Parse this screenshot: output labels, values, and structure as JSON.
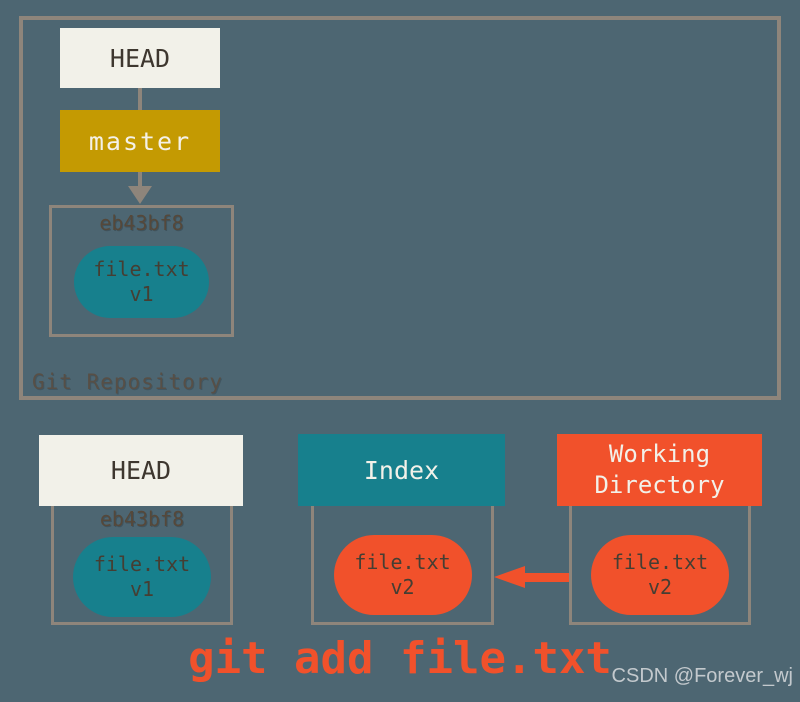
{
  "colors": {
    "background": "#4d6672",
    "border": "#8e857b",
    "cream": "#f2f1e9",
    "gold": "#c49a02",
    "teal": "#17808d",
    "orange": "#f1512b",
    "dark_text": "#453e33",
    "caption": "#f1512b"
  },
  "repository": {
    "label": "Git Repository",
    "head": "HEAD",
    "branch": "master",
    "commit": {
      "id": "eb43bf8",
      "blob": {
        "file": "file.txt",
        "version": "v1"
      }
    }
  },
  "columns": {
    "head": {
      "title": "HEAD",
      "commit_id": "eb43bf8",
      "blob": {
        "file": "file.txt",
        "version": "v1"
      }
    },
    "index": {
      "title": "Index",
      "blob": {
        "file": "file.txt",
        "version": "v2"
      }
    },
    "working_directory": {
      "title": "Working Directory",
      "blob": {
        "file": "file.txt",
        "version": "v2"
      }
    }
  },
  "caption": "git add file.txt",
  "watermark": "CSDN @Forever_wj"
}
